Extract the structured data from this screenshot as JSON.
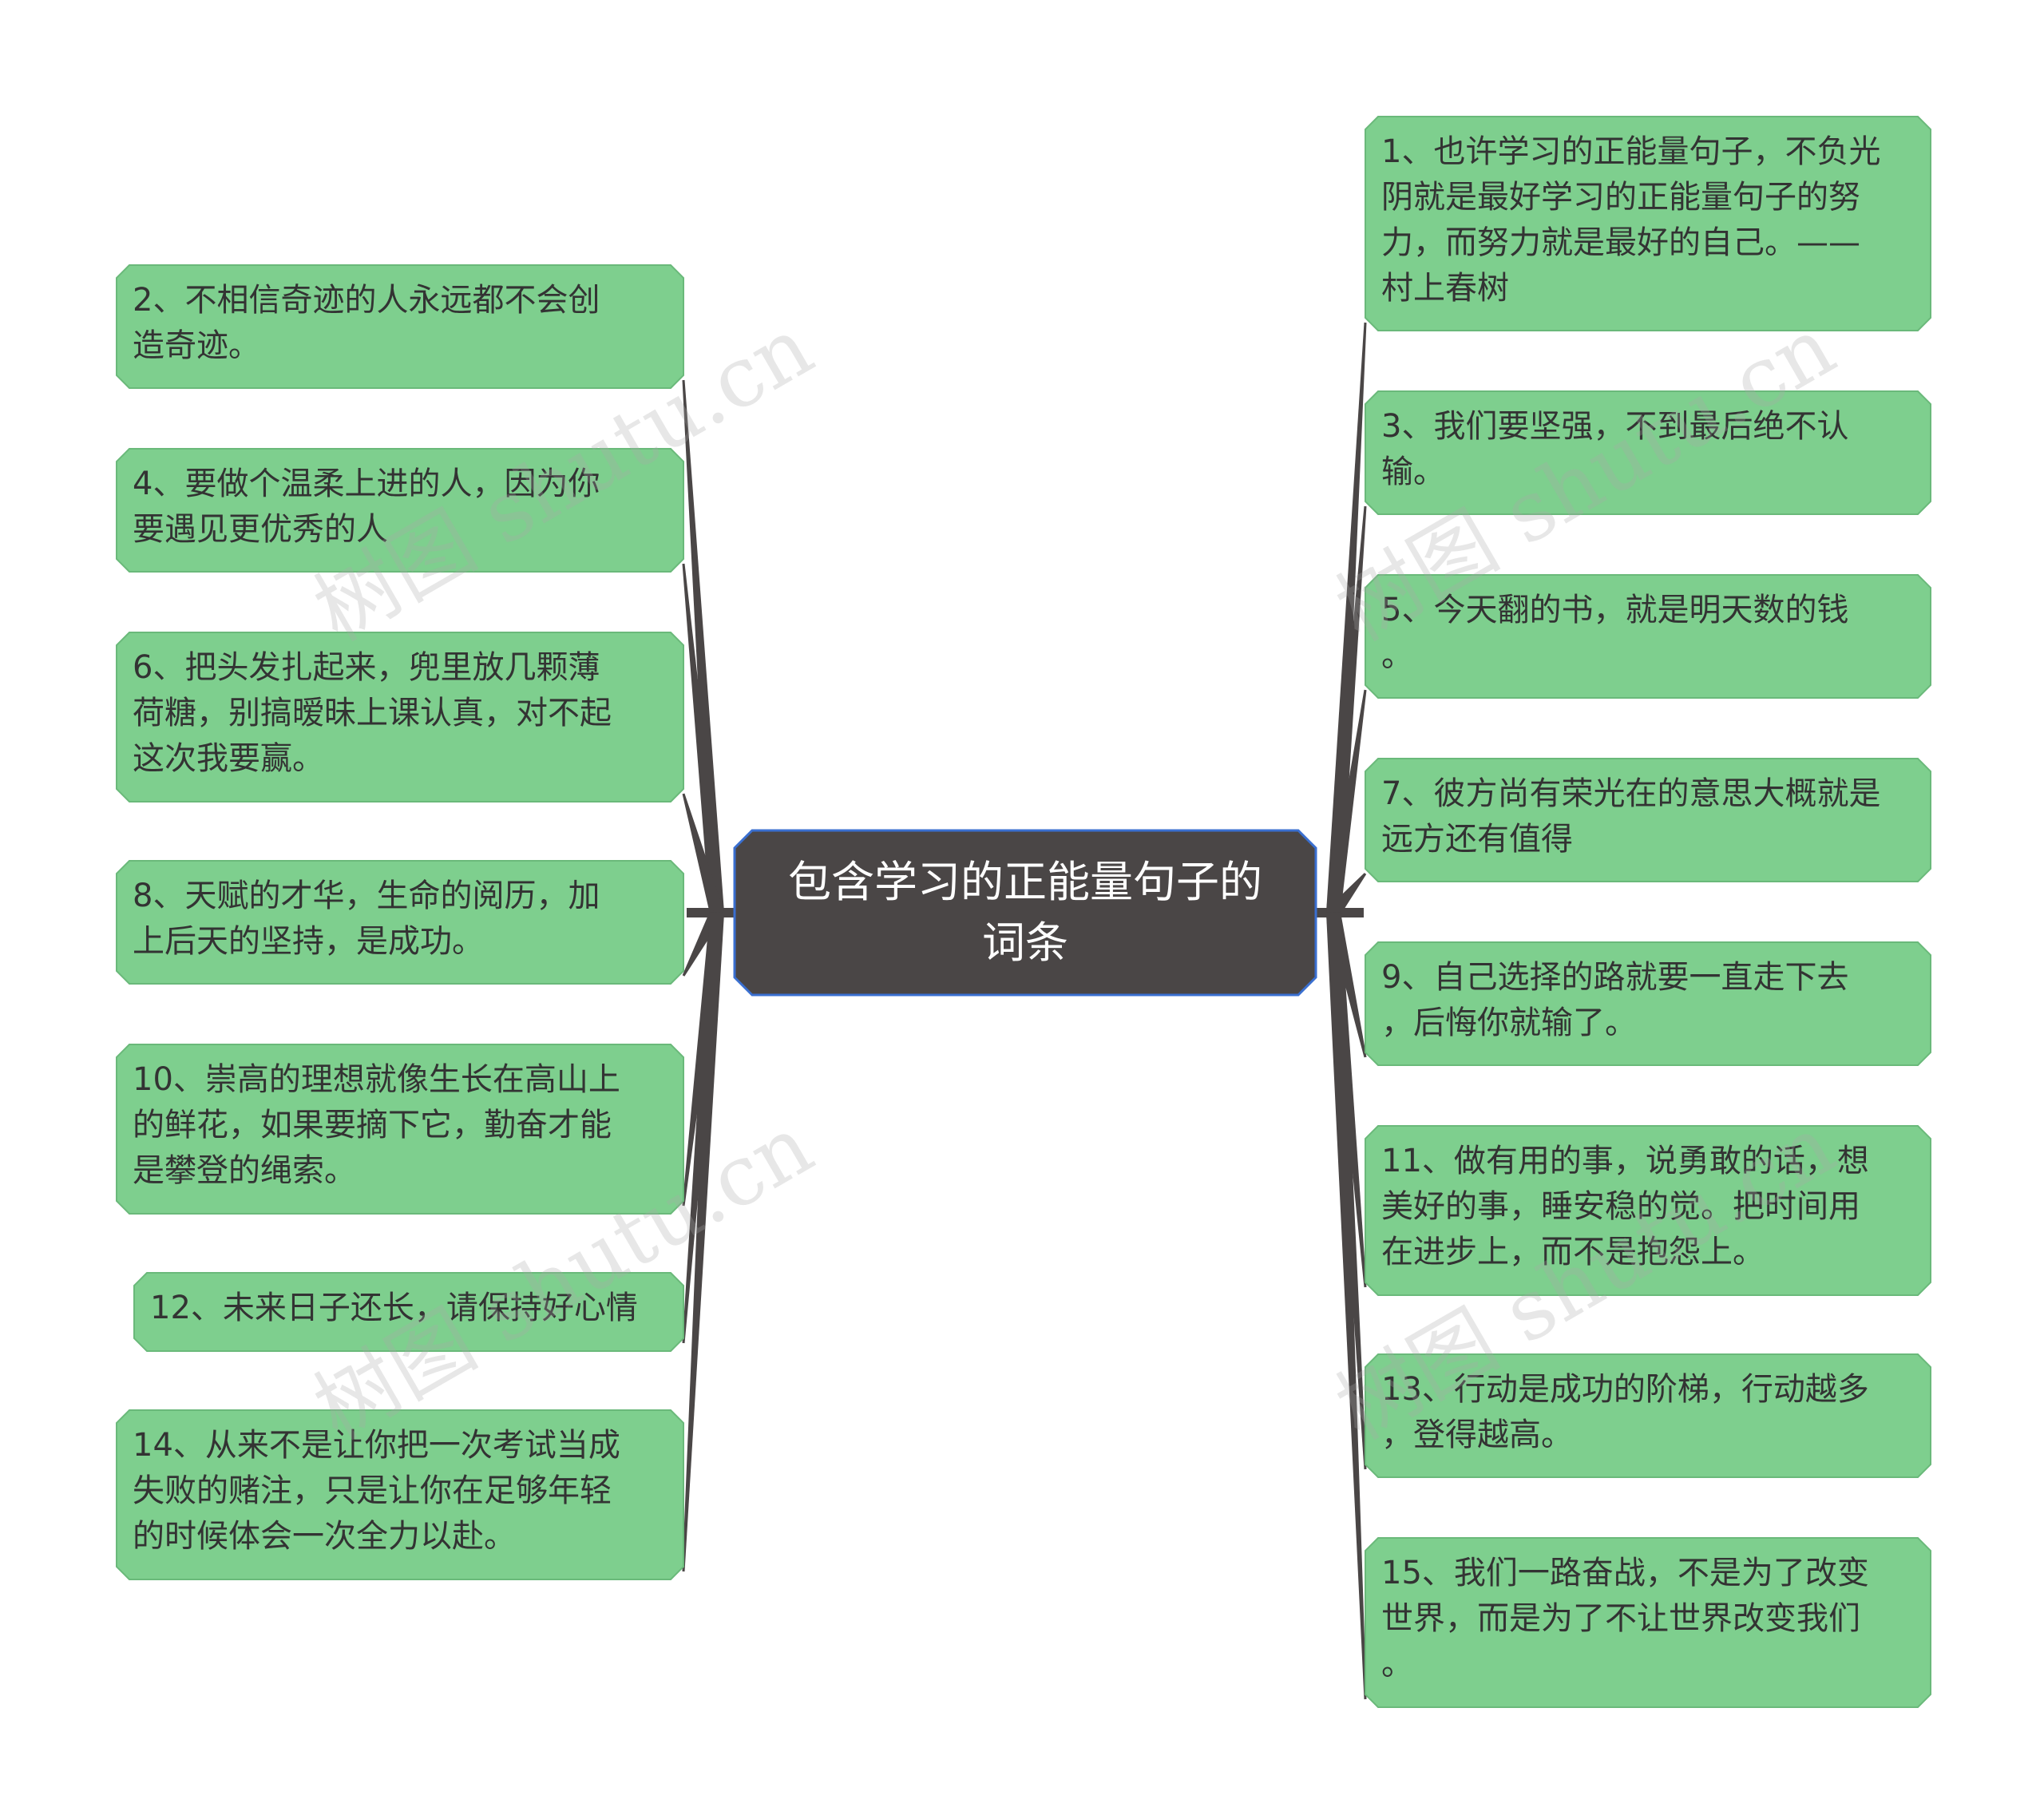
{
  "colors": {
    "center_fill": "#4a4646",
    "center_border": "#3a6fd0",
    "leaf_fill": "#7ecf8e",
    "leaf_border": "#6ab97a",
    "connector": "#4a4646",
    "leaf_text": "#333333"
  },
  "center": {
    "text": "包含学习的正能量句子的\n词条"
  },
  "left_items": [
    {
      "text": "2、不相信奇迹的人永远都不会创\n造奇迹。"
    },
    {
      "text": "4、要做个温柔上进的人，因为你\n要遇见更优秀的人"
    },
    {
      "text": "6、把头发扎起来，兜里放几颗薄\n荷糖，别搞暧昧上课认真，对不起\n这次我要赢。"
    },
    {
      "text": "8、天赋的才华，生命的阅历，加\n上后天的坚持，是成功。"
    },
    {
      "text": "10、崇高的理想就像生长在高山上\n的鲜花，如果要摘下它，勤奋才能\n是攀登的绳索。"
    },
    {
      "text": "12、未来日子还长，请保持好心情"
    },
    {
      "text": "14、从来不是让你把一次考试当成\n失败的赌注，只是让你在足够年轻\n的时候体会一次全力以赴。"
    }
  ],
  "right_items": [
    {
      "text": "1、也许学习的正能量句子，不负光\n阴就是最好学习的正能量句子的努\n力，而努力就是最好的自己。——\n村上春树"
    },
    {
      "text": "3、我们要坚强，不到最后绝不认\n输。"
    },
    {
      "text": "5、今天翻的书，就是明天数的钱\n。"
    },
    {
      "text": "7、彼方尚有荣光在的意思大概就是\n远方还有值得"
    },
    {
      "text": "9、自己选择的路就要一直走下去\n，后悔你就输了。"
    },
    {
      "text": "11、做有用的事，说勇敢的话，想\n美好的事，睡安稳的觉。把时间用\n在进步上，而不是抱怨上。"
    },
    {
      "text": "13、行动是成功的阶梯，行动越多\n，登得越高。"
    },
    {
      "text": "15、我们一路奋战，不是为了改变\n世界，而是为了不让世界改变我们\n。"
    }
  ],
  "watermark": {
    "text": "树图 shutu.cn"
  }
}
